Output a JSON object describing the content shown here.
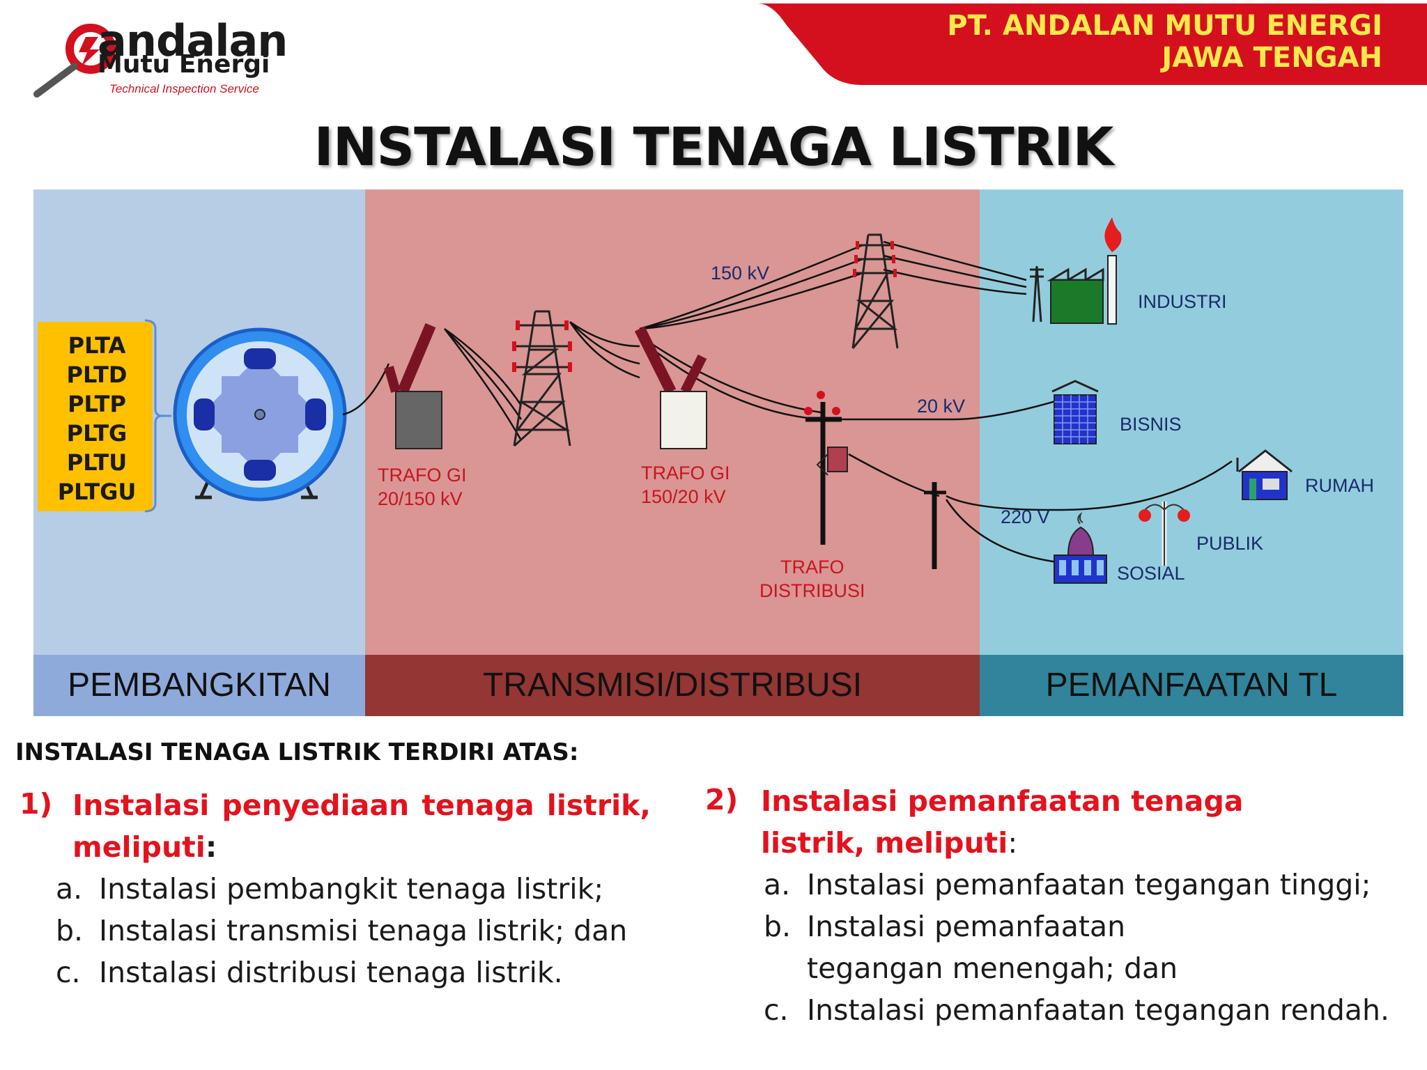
{
  "logo": {
    "word_top": "andalan",
    "word_bottom": "Mutu Energi",
    "tagline": "Technical Inspection Service"
  },
  "header": {
    "company_line1": "PT. ANDALAN MUTU ENERGI",
    "company_line2": "JAWA TENGAH",
    "banner_color": "#d4101e"
  },
  "title": "INSTALASI TENAGA LISTRIK",
  "diagram": {
    "segments": [
      {
        "label": "PEMBANGKITAN",
        "color": "#b7cde6"
      },
      {
        "label": "TRANSMISI/DISTRIBUSI",
        "color": "#d99694"
      },
      {
        "label": "PEMANFAATAN TL",
        "color": "#93cddd"
      }
    ],
    "generator_types": [
      "PLTA",
      "PLTD",
      "PLTP",
      "PLTG",
      "PLTU",
      "PLTGU"
    ],
    "labels": {
      "trafo_gi_1": [
        "TRAFO GI",
        "20/150 kV"
      ],
      "trafo_gi_2": [
        "TRAFO GI",
        "150/20 kV"
      ],
      "trafo_distribusi": [
        "TRAFO",
        "DISTRIBUSI"
      ],
      "v150": "150 kV",
      "v20": "20 kV",
      "v220": "220 V"
    },
    "consumers": [
      "INDUSTRI",
      "BISNIS",
      "RUMAH",
      "PUBLIK",
      "SOSIAL"
    ]
  },
  "section_heading": "INSTALASI TENAGA LISTRIK TERDIRI ATAS:",
  "groups": [
    {
      "number": "1)",
      "title": "Instalasi penyediaan tenaga listrik, meliputi",
      "colon": ":",
      "items": [
        {
          "letter": "a.",
          "text": "Instalasi pembangkit tenaga listrik;"
        },
        {
          "letter": "b.",
          "text": "Instalasi transmisi tenaga listrik; dan"
        },
        {
          "letter": "c.",
          "text": "Instalasi distribusi tenaga listrik."
        }
      ]
    },
    {
      "number": "2)",
      "title": "Instalasi pemanfaatan tenaga listrik, meliputi",
      "colon": ":",
      "items": [
        {
          "letter": "a.",
          "text": "Instalasi pemanfaatan tegangan tinggi;"
        },
        {
          "letter": "b.",
          "text": "Instalasi pemanfaatan tegangan menengah; dan"
        },
        {
          "letter": "c.",
          "text": "Instalasi pemanfaatan tegangan rendah."
        }
      ]
    }
  ]
}
